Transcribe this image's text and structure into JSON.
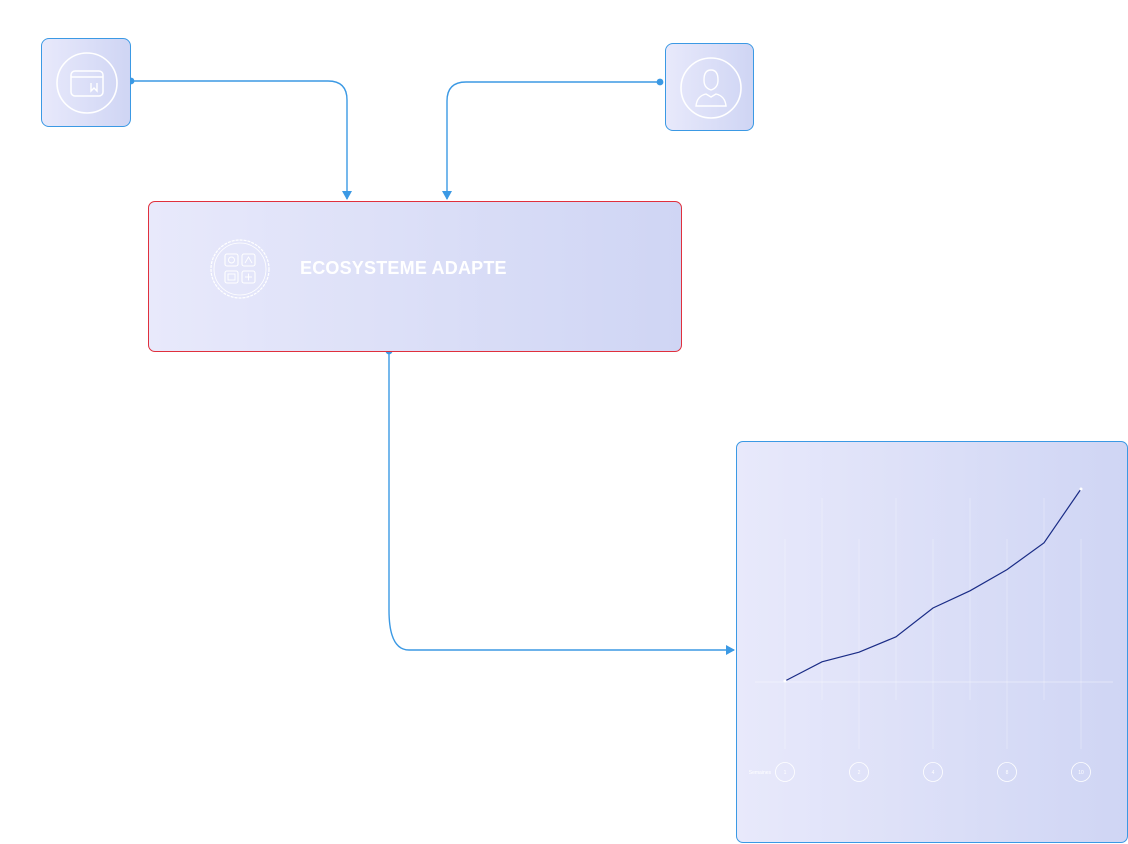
{
  "nodes": {
    "left_icon": {
      "icon": "bookmark-folder-icon"
    },
    "right_icon": {
      "icon": "user-icon"
    },
    "main": {
      "title": "ECOSYSTEME ADAPTE",
      "logo_icon": "ecosystem-grid-icon"
    },
    "chart": {
      "icon": "line-chart"
    }
  },
  "colors": {
    "connector": "#3b99e4",
    "main_border": "#e0303d",
    "node_gradient_start": "#e8e9fb",
    "node_gradient_end": "#cfd5f4",
    "chart_line": "#1a2c86"
  },
  "chart_data": {
    "type": "line",
    "xlabel": "Semaines",
    "x_tick_labels": [
      "1",
      "2",
      "4",
      "8",
      "10"
    ],
    "x": [
      1,
      2,
      3,
      4,
      5,
      6,
      7,
      8,
      9,
      10
    ],
    "series": [
      {
        "values": [
          0,
          0.1,
          0.15,
          0.23,
          0.38,
          0.47,
          0.58,
          0.72,
          1.0
        ]
      }
    ],
    "grid": true
  }
}
